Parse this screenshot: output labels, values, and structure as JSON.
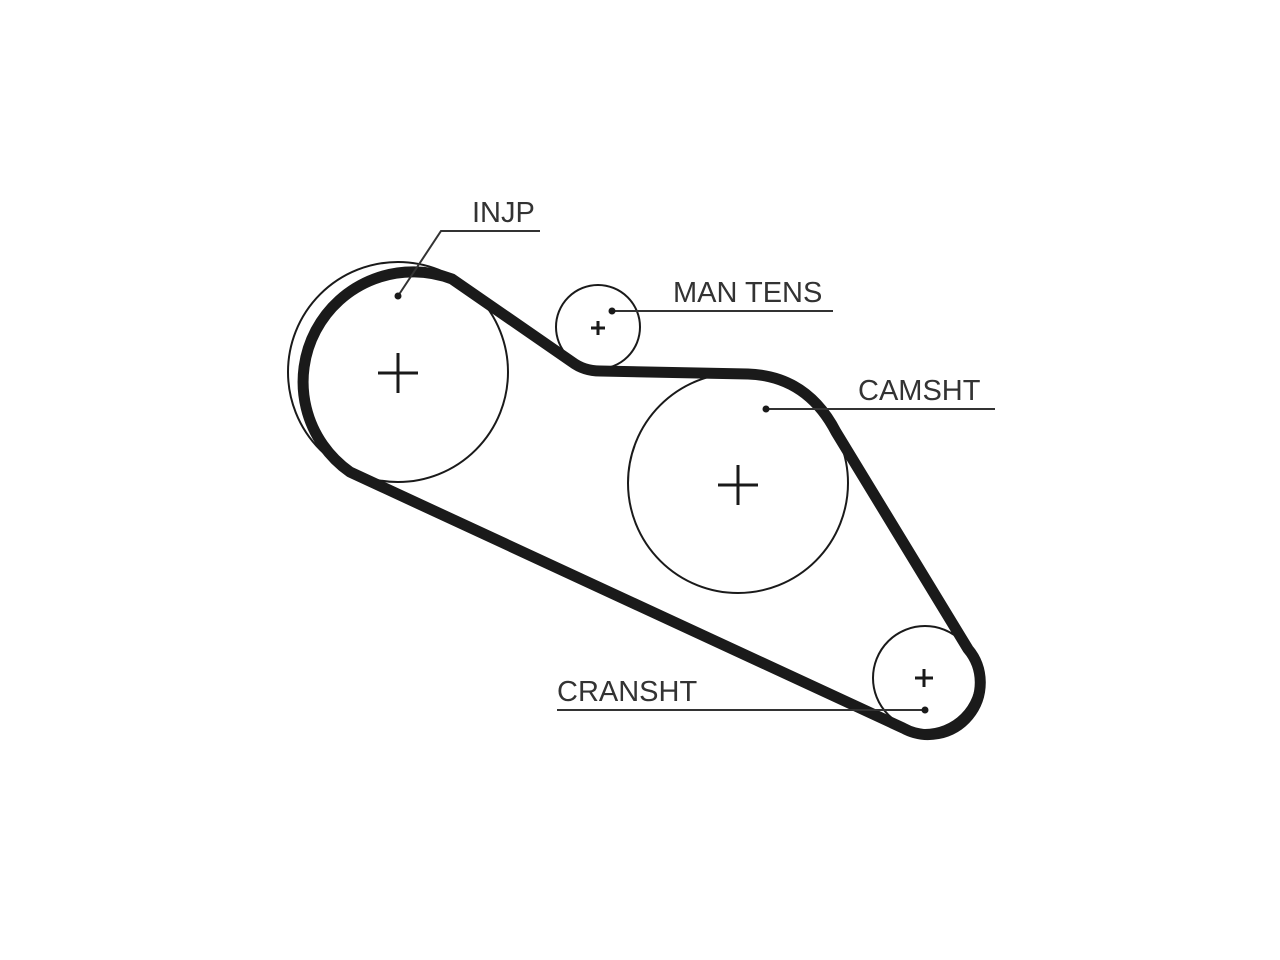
{
  "labels": {
    "injp": "INJP",
    "man_tens": "MAN TENS",
    "camsht": "CAMSHT",
    "cranshaft": "CRANSHT"
  },
  "colors": {
    "belt": "#1a1a1a",
    "line": "#1a1a1a",
    "text": "#333333",
    "background": "#ffffff"
  }
}
